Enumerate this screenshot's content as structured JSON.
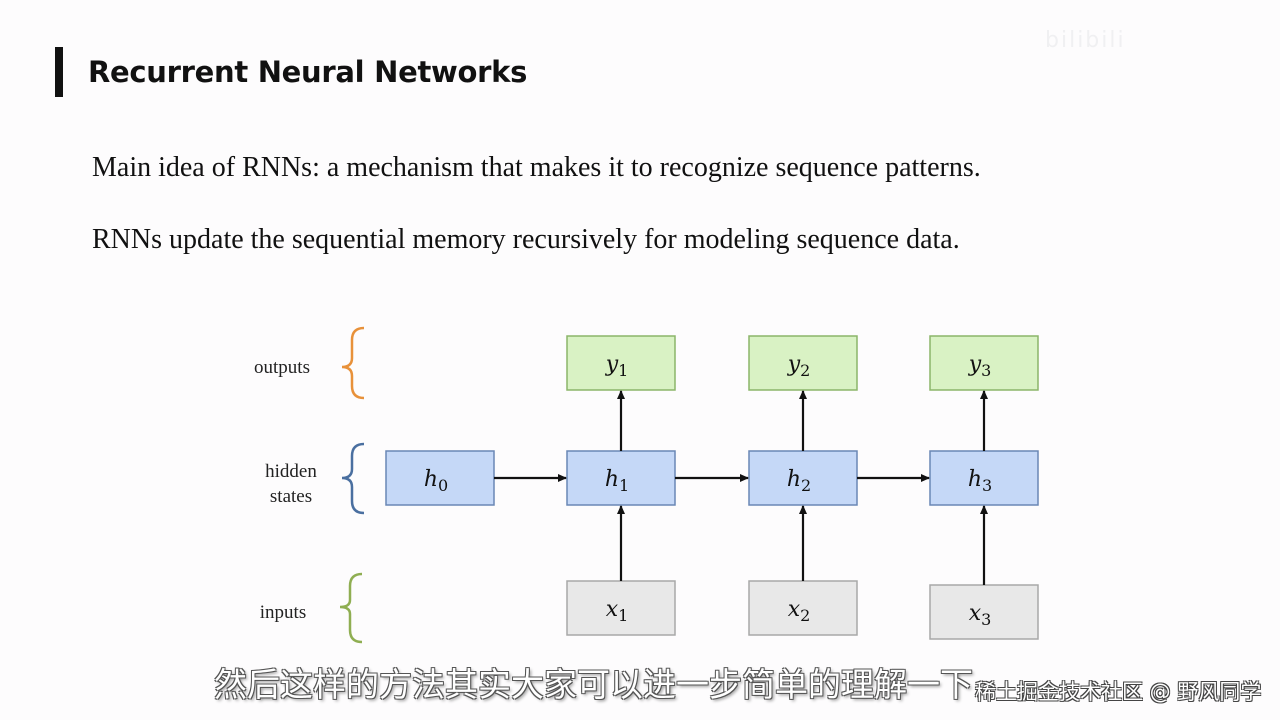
{
  "slide": {
    "title": "Recurrent Neural Networks",
    "paragraphs": [
      "Main idea of RNNs: a mechanism that makes it to recognize sequence patterns.",
      "RNNs update the sequential memory recursively for modeling sequence data."
    ]
  },
  "diagram": {
    "row_labels": {
      "outputs": "outputs",
      "hidden_line1": "hidden",
      "hidden_line2": "states",
      "inputs": "inputs"
    },
    "colors": {
      "output_fill": "#d9f2c4",
      "output_stroke": "#8bb56a",
      "hidden_fill": "#c5d8f7",
      "hidden_stroke": "#6a87b5",
      "input_fill": "#e8e8e8",
      "input_stroke": "#a8a8a8",
      "brace_outputs": "#e8913a",
      "brace_hidden": "#4a6fa0",
      "brace_inputs": "#8fae52"
    },
    "hidden_nodes": [
      {
        "var": "h",
        "sub": "0"
      },
      {
        "var": "h",
        "sub": "1"
      },
      {
        "var": "h",
        "sub": "2"
      },
      {
        "var": "h",
        "sub": "3"
      }
    ],
    "output_nodes": [
      {
        "var": "y",
        "sub": "1"
      },
      {
        "var": "y",
        "sub": "2"
      },
      {
        "var": "y",
        "sub": "3"
      }
    ],
    "input_nodes": [
      {
        "var": "x",
        "sub": "1"
      },
      {
        "var": "x",
        "sub": "2"
      },
      {
        "var": "x",
        "sub": "3"
      }
    ]
  },
  "overlay": {
    "subtitle": "然后这样的方法其实大家可以进一步简单的理解一下",
    "credit": "稀土掘金技术社区 @ 野风同学",
    "watermark": "bilibili"
  }
}
